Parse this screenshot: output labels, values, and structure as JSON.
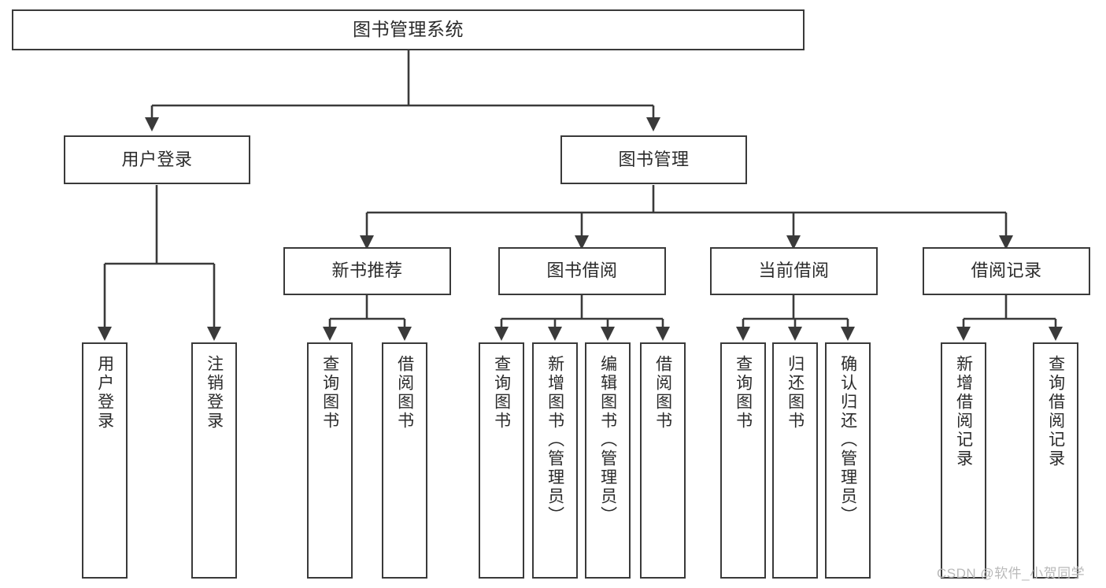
{
  "diagram": {
    "title": "图书管理系统",
    "type": "功能结构图",
    "root": {
      "label": "图书管理系统"
    },
    "level1": [
      {
        "label": "用户登录"
      },
      {
        "label": "图书管理"
      }
    ],
    "level2": [
      {
        "label": "新书推荐"
      },
      {
        "label": "图书借阅"
      },
      {
        "label": "当前借阅"
      },
      {
        "label": "借阅记录"
      }
    ],
    "leaves": {
      "user_login": [
        {
          "label": "用户登录"
        },
        {
          "label": "注销登录"
        }
      ],
      "new_book_recommend": [
        {
          "label": "查询图书"
        },
        {
          "label": "借阅图书"
        }
      ],
      "book_borrow": [
        {
          "label": "查询图书"
        },
        {
          "label": "新增图书（管理员）"
        },
        {
          "label": "编辑图书（管理员）"
        },
        {
          "label": "借阅图书"
        }
      ],
      "current_borrow": [
        {
          "label": "查询图书"
        },
        {
          "label": "归还图书"
        },
        {
          "label": "确认归还（管理员）"
        }
      ],
      "borrow_record": [
        {
          "label": "新增借阅记录"
        },
        {
          "label": "查询借阅记录"
        }
      ]
    }
  },
  "watermark": {
    "text": "CSDN @软件_小贺同学"
  },
  "colors": {
    "background": "#ffffff",
    "box_border": "#3a3a3a",
    "text": "#2b2b2b",
    "connector": "#3a3a3a",
    "watermark": "#b9b9b9"
  }
}
